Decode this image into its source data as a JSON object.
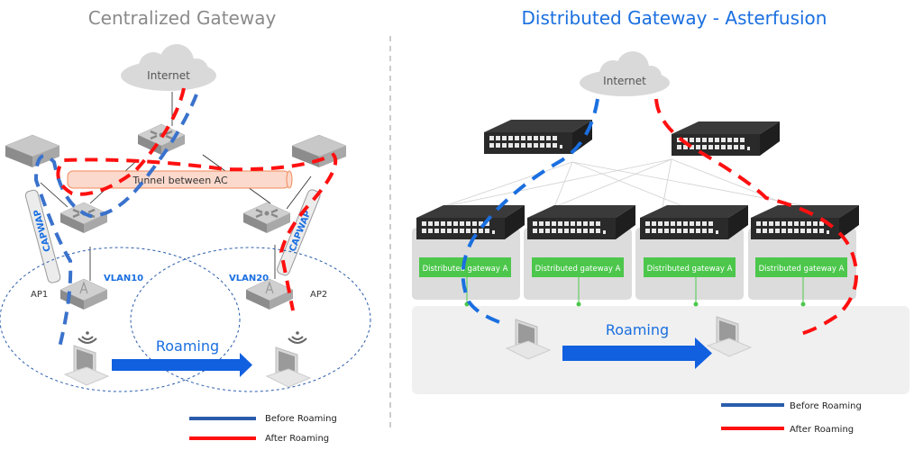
{
  "left": {
    "title": "Centralized Gateway",
    "internet_label": "Internet",
    "tunnel_label": "Tunnel between AC",
    "capwap_left": "CAPWAP",
    "capwap_right": "CAPWAP",
    "vlan_left": "VLAN10",
    "vlan_right": "VLAN20",
    "ap_left": "AP1",
    "ap_right": "AP2",
    "roaming_label": "Roaming",
    "legend": {
      "before": "Before Roaming",
      "after": "After Roaming"
    }
  },
  "right": {
    "title": "Distributed Gateway - Asterfusion",
    "internet_label": "Internet",
    "gateways": [
      {
        "label": "Distributed gateway  A"
      },
      {
        "label": "Distributed gateway  A"
      },
      {
        "label": "Distributed gateway  A"
      },
      {
        "label": "Distributed gateway  A"
      }
    ],
    "roaming_label": "Roaming",
    "legend": {
      "before": "Before Roaming",
      "after": "After Roaming"
    }
  },
  "colors": {
    "before": "#2a5cab",
    "after": "#ff1010",
    "path_blue": "#1a6fe0",
    "gateway_green": "#4cc74c",
    "tunnel": "#fbd9cc"
  }
}
